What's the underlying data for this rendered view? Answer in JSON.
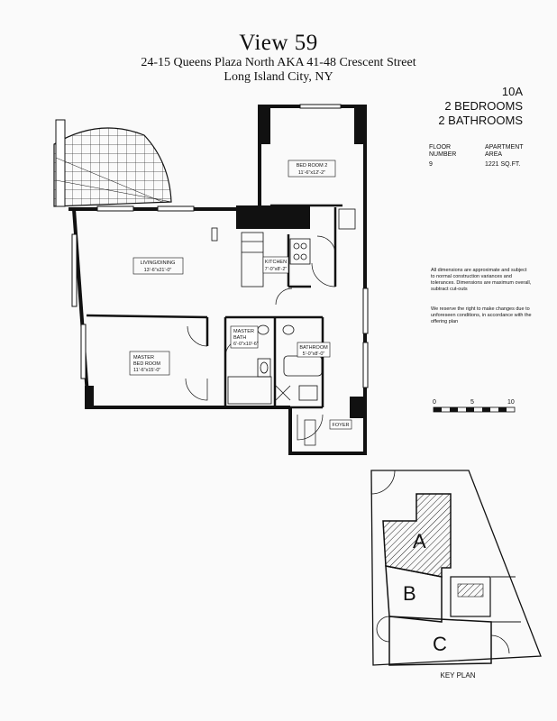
{
  "header": {
    "title": "View 59",
    "address_line1": "24-15 Queens Plaza North AKA 41-48 Crescent Street",
    "address_line2": "Long Island City, NY"
  },
  "unit_info": {
    "unit": "10A",
    "bedrooms": "2 BEDROOMS",
    "bathrooms": "2 BATHROOMS",
    "floor_label_1": "FLOOR",
    "floor_label_2": "NUMBER",
    "floor_value": "9",
    "area_label_1": "APARTMENT",
    "area_label_2": "AREA",
    "area_value": "1221 SQ.FT."
  },
  "notes": {
    "note1": "All dimensions are approximate and subject to normal construction variances and tolerances. Dimensions are maximum overall, subtract cut-outs",
    "note2": "We reserve the right to make changes due to unforeseen conditions, in accordance with the offering plan"
  },
  "scale_bar": {
    "tick_0": "0",
    "tick_5": "5",
    "tick_10": "10"
  },
  "rooms": {
    "bedroom2_name": "BED ROOM 2",
    "bedroom2_dim": "11'-6\"x12'-2\"",
    "living_name": "LIVING/DINING",
    "living_dim": "13'-6\"x21'-0\"",
    "kitchen_name": "KITCHEN",
    "kitchen_dim": "7'-0\"x8'-2\"",
    "master_bath_name": "MASTER",
    "master_bath_name2": "BATH",
    "master_bath_dim": "6'-0\"x10'-6\"",
    "bathroom_name": "BATHROOM",
    "bathroom_dim": "5'-0\"x8'-0\"",
    "master_bed_name": "MASTER",
    "master_bed_name2": "BED ROOM",
    "master_bed_dim": "11'-6\"x15'-0\"",
    "foyer_name": "FOYER"
  },
  "key_plan": {
    "label_a": "A",
    "label_b": "B",
    "label_c": "C",
    "caption": "KEY PLAN"
  }
}
